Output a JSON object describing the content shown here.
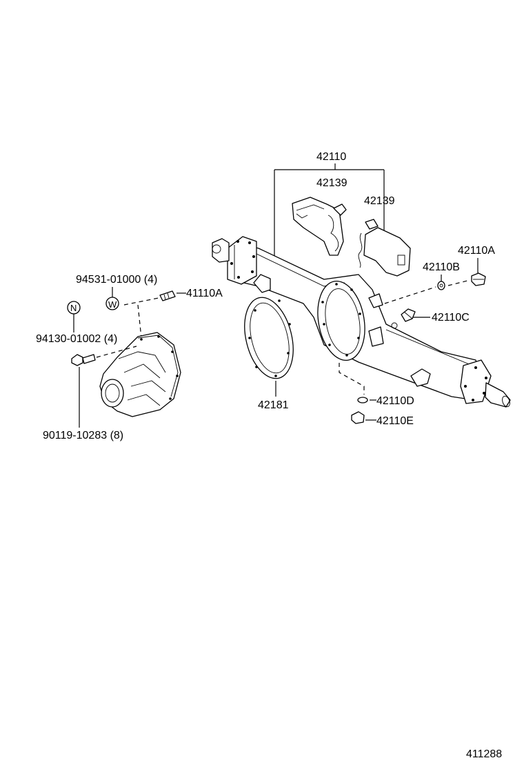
{
  "labels": {
    "axle_housing": "42110",
    "cover_left": "42139",
    "cover_right": "42139",
    "plug_a": "42110A",
    "gasket_b": "42110B",
    "breather_c": "42110C",
    "washer_d": "42110D",
    "plug_e": "42110E",
    "carrier_gasket": "42181",
    "stud_bolt": "41110A",
    "washer_ref": "94531-01000 (4)",
    "nut_ref": "94130-01002 (4)",
    "bolt_ref": "90119-10283 (8)",
    "symbol_n": "N",
    "symbol_w": "W",
    "diagram_number": "411288"
  }
}
